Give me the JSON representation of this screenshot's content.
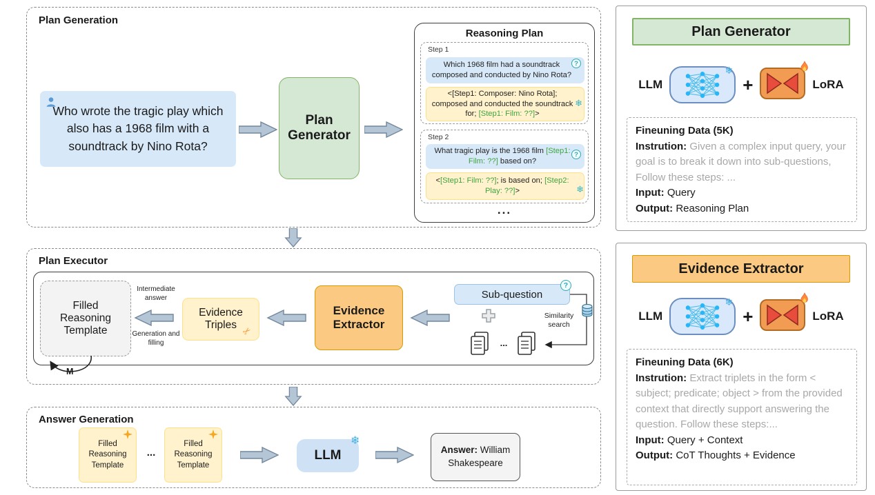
{
  "colors": {
    "blue-fill": "#d7e9f9",
    "green-fill": "#d5e8d4",
    "green-border": "#82b366",
    "yellow-fill": "#fff2cc",
    "orange-fill": "#fbc981",
    "orange-border": "#d79b00",
    "arrow-fill": "#b4c5d6",
    "arrow-border": "#72879c",
    "green-text": "#3fa33f",
    "teal": "#2fa8b5",
    "muted": "#a8a8a8"
  },
  "icons": {
    "snowflake": "❄",
    "scissors": "✂",
    "question_mark": "?"
  },
  "plan_generation": {
    "title": "Plan Generation",
    "question": "Who wrote the tragic play which also has a 1968 film with a soundtrack by Nino Rota?",
    "generator_label": "Plan Generator",
    "reasoning_plan": {
      "title": "Reasoning Plan",
      "step1": {
        "label": "Step 1",
        "question": "Which 1968 film had a soundtrack composed and conducted by Nino Rota?",
        "t1": "<[Step1: Composer: Nino Rota]; composed and conducted the soundtrack for; ",
        "t2": "[Step1: Film: ??]",
        "t3": ">"
      },
      "step2": {
        "label": "Step 2",
        "q1": "What tragic play is the 1968 film ",
        "q2": "[Step1: Film: ??]",
        "q3": " based on?",
        "t1": "<",
        "t2": "[Step1: Film: ??]",
        "t3": "; is based on; ",
        "t4": "[Step2: Play: ??]",
        "t5": ">"
      },
      "ellipsis": "..."
    }
  },
  "plan_executor": {
    "title": "Plan Executor",
    "filled_template": "Filled Reasoning Template",
    "intermediate_answer": "Intermediate answer",
    "generation_filling": "Generation and filling",
    "evidence_triples": "Evidence Triples",
    "evidence_extractor": "Evidence Extractor",
    "sub_question": "Sub-question",
    "similarity_search": "Similarity search",
    "docs_ellipsis": "...",
    "loop_label": "M"
  },
  "answer_generation": {
    "title": "Answer Generation",
    "template_label": "Filled Reasoning Template",
    "ellipsis": "...",
    "llm_label": "LLM",
    "answer_label": "Answer:",
    "answer_value": "William Shakespeare"
  },
  "panels": [
    {
      "title": "Plan Generator",
      "llm_label": "LLM",
      "plus": "+",
      "lora_label": "LoRA",
      "data_title": "Fineuning Data (5K)",
      "instruction_label": "Instrution:",
      "instruction_text": "Given a complex input query, your goal is to break it down into sub-questions, Follow these steps: ...",
      "input_label": "Input:",
      "input_value": "Query",
      "output_label": "Output:",
      "output_value": "Reasoning Plan"
    },
    {
      "title": "Evidence Extractor",
      "llm_label": "LLM",
      "plus": "+",
      "lora_label": "LoRA",
      "data_title": "Fineuning Data (6K)",
      "instruction_label": "Instrution:",
      "instruction_text": "Extract triplets in the form < subject; predicate; object > from the provided context that directly support answering the question. Follow these steps:...",
      "input_label": "Input:",
      "input_value": "Query + Context",
      "output_label": "Output:",
      "output_value": "CoT Thoughts + Evidence"
    }
  ]
}
